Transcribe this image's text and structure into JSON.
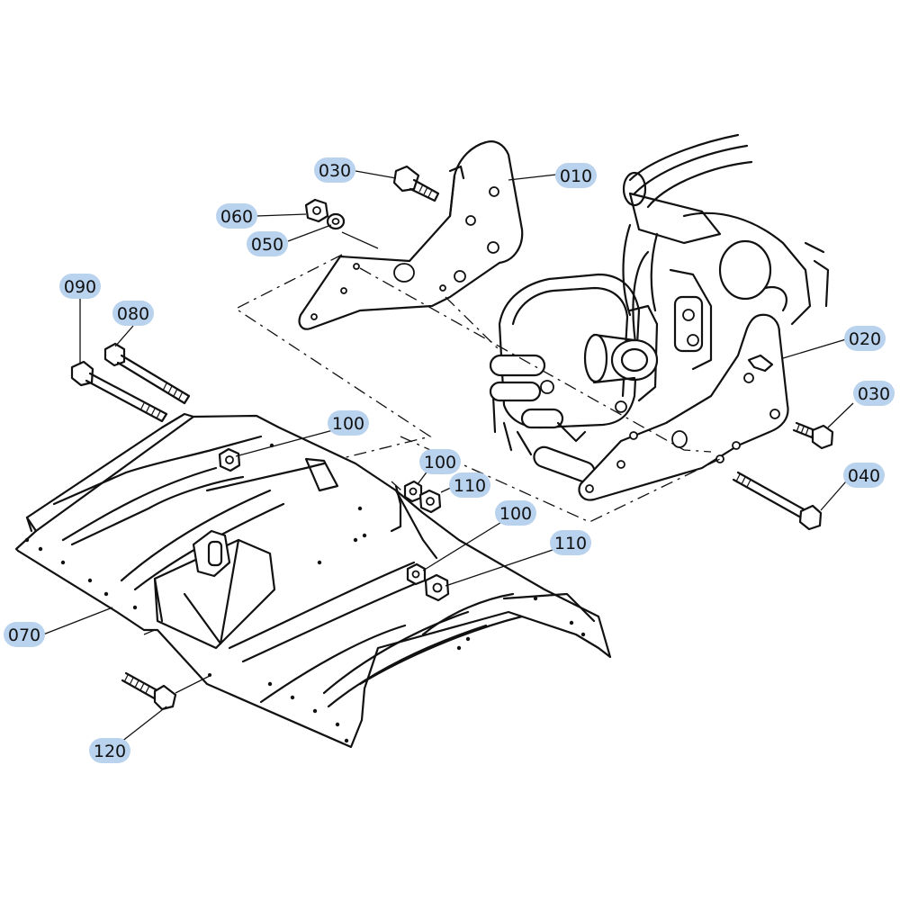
{
  "callouts": [
    {
      "id": "c030a",
      "text": "030"
    },
    {
      "id": "c010",
      "text": "010"
    },
    {
      "id": "c060",
      "text": "060"
    },
    {
      "id": "c050",
      "text": "050"
    },
    {
      "id": "c090",
      "text": "090"
    },
    {
      "id": "c080",
      "text": "080"
    },
    {
      "id": "c020",
      "text": "020"
    },
    {
      "id": "c030b",
      "text": "030"
    },
    {
      "id": "c100a",
      "text": "100"
    },
    {
      "id": "c100b",
      "text": "100"
    },
    {
      "id": "c110a",
      "text": "110"
    },
    {
      "id": "c040",
      "text": "040"
    },
    {
      "id": "c100c",
      "text": "100"
    },
    {
      "id": "c110b",
      "text": "110"
    },
    {
      "id": "c070",
      "text": "070"
    },
    {
      "id": "c120",
      "text": "120"
    }
  ],
  "colors": {
    "badge": "#b9d3ee",
    "line": "#111111"
  }
}
